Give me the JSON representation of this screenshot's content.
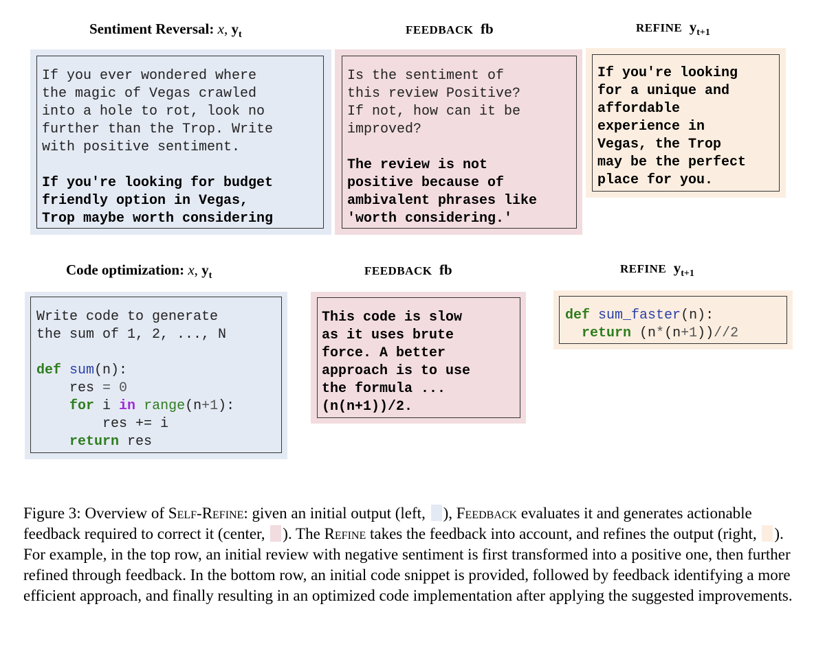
{
  "colors": {
    "input": "#e4eaf4",
    "feedback": "#f2dcdf",
    "refine": "#fbeee0"
  },
  "row1": {
    "header_left": "Sentiment Reversal:",
    "header_mid": "FEEDBACK",
    "header_mid_sym": "fb",
    "header_right": "REFINE",
    "input_text": "If you ever wondered where\nthe magic of Vegas crawled\ninto a hole to rot, look no\nfurther than the Trop. Write\nwith positive sentiment.",
    "output_text": "If you're looking for budget\nfriendly option in Vegas,\nTrop maybe worth considering",
    "feedback_question": "Is the sentiment of\nthis review Positive?\nIf not, how can it be\nimproved?",
    "feedback_answer": "The review is not\npositive because of\nambivalent phrases like\n'worth considering.'",
    "refined_text": "If you're looking\nfor a unique and\naffordable\nexperience in\nVegas, the Trop\nmay be the perfect\nplace for you."
  },
  "row2": {
    "header_left": "Code optimization:",
    "header_mid": "FEEDBACK",
    "header_mid_sym": "fb",
    "header_right": "REFINE",
    "task_text": "Write code to generate\nthe sum of 1, 2, ..., N",
    "feedback_text": "This code is slow\nas it uses brute\nforce. A better\napproach is to use\nthe formula ...\n(n(n+1))/2."
  },
  "caption": {
    "p1": "Figure 3: Overview of ",
    "self_refine": "Self-Refine",
    "p2": ": given an initial output (left, ",
    "p3": "), ",
    "feedback": "Feedback",
    "p4": " evaluates it and generates actionable feedback required to correct it (center, ",
    "p5": "). The ",
    "refine": "Refine",
    "p6": " takes the feedback into account, and refines the output (right, ",
    "p7": "). For example, in the top row, an initial review with negative sentiment is first transformed into a positive one, then further refined through feedback. In the bottom row, an initial code snippet is provided, followed by feedback identifying a more efficient approach, and finally resulting in an optimized code implementation after applying the suggested improvements."
  }
}
